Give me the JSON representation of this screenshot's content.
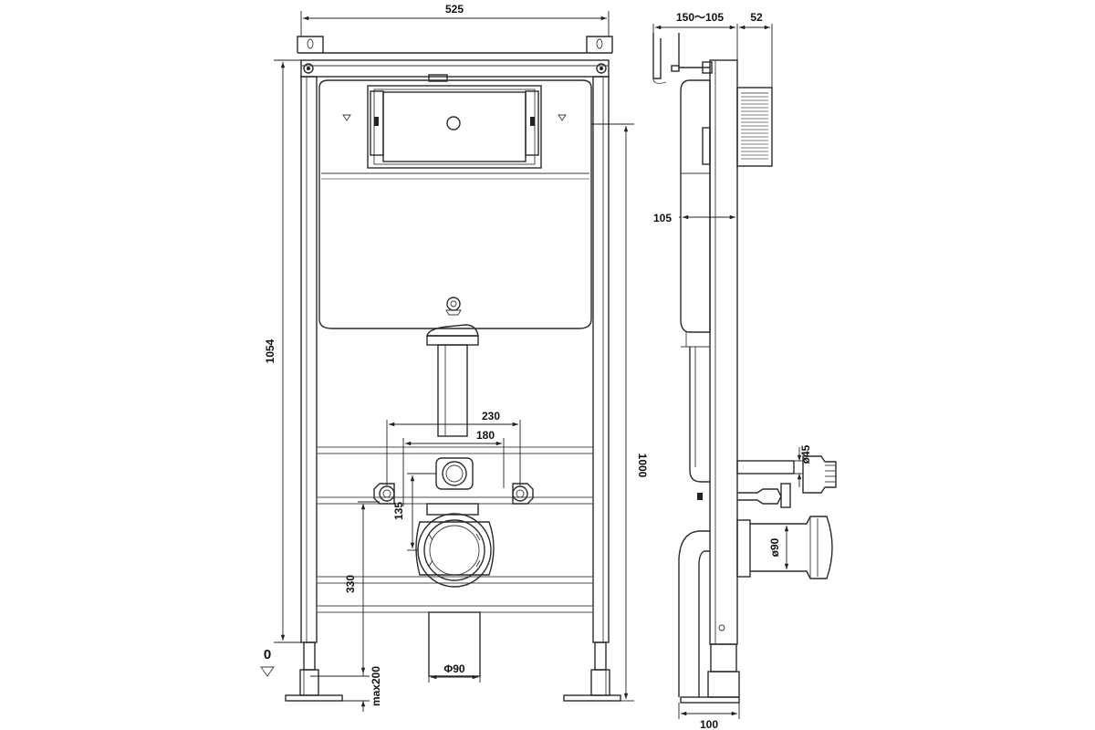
{
  "dimensions": {
    "frame_width": "525",
    "frame_height": "1054",
    "floor_to_top_height": "1000",
    "support_spacing": "230",
    "support_inner_spacing": "180",
    "drain_offset": "135",
    "drain_height": "330",
    "floor_level": "0",
    "leg_extension": "max200",
    "drain_pipe_diameter": "Φ90",
    "side_offset_range": "150～105",
    "side_panel_depth": "52",
    "side_cistern_depth": "105",
    "side_inlet_diameter": "ø45",
    "side_outlet_diameter": "ø90",
    "side_base_depth": "100"
  }
}
